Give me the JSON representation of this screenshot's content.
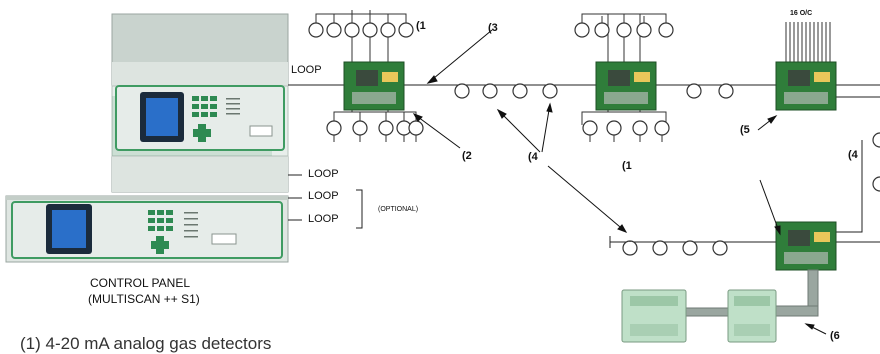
{
  "labels": {
    "loop_main": "LOOP",
    "loop_2": "LOOP",
    "loop_3": "LOOP",
    "loop_4": "LOOP",
    "optional": "(OPTIONAL)",
    "control_panel_line1": "CONTROL PANEL",
    "control_panel_line2": "(MULTISCAN ++ S1)",
    "outputs": "16 O/C",
    "legend_1": "(1) 4-20 mA analog gas detectors"
  },
  "callouts": {
    "c1_top": "(1",
    "c1_bottom": "(1",
    "c2": "(2",
    "c3": "(3",
    "c4_mid": "(4",
    "c4_right": "(4",
    "c5": "(5",
    "c6": "(6"
  },
  "colors": {
    "panel_body": "#dfe6e2",
    "panel_green": "#2e8a52",
    "panel_screen": "#1f5fb3",
    "board_green": "#2f7d3a",
    "line": "#222222"
  }
}
